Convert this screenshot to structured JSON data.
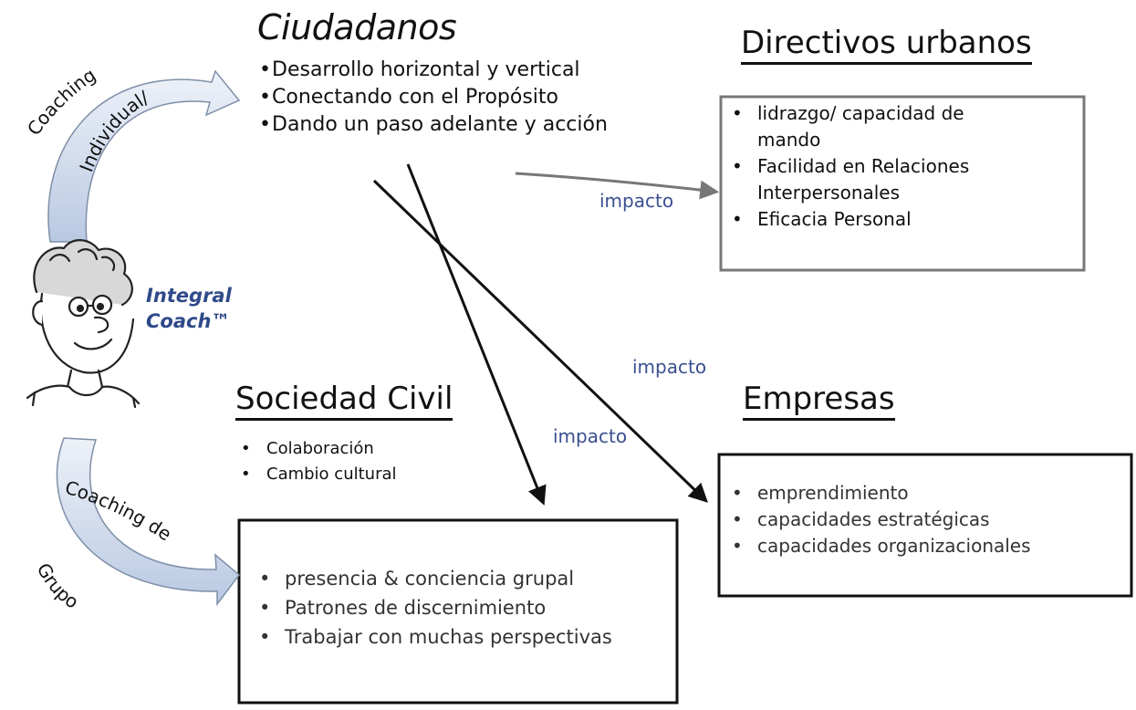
{
  "ciudadanos": {
    "title": "Ciudadanos",
    "items": [
      "Desarrollo horizontal y vertical",
      "Conectando con el Propósito",
      "Dando un paso adelante y acción"
    ]
  },
  "directivos": {
    "title": "Directivos urbanos",
    "items": [
      "lidrazgo/ capacidad de",
      "mando",
      "Facilidad en Relaciones",
      "Interpersonales",
      "Eficacia Personal"
    ]
  },
  "sociedad_civil": {
    "title": "Sociedad Civil",
    "items": [
      "Colaboración",
      "Cambio cultural"
    ],
    "box_items": [
      "presencia & conciencia grupal",
      "Patrones de discernimiento",
      "Trabajar con muchas perspectivas"
    ]
  },
  "empresas": {
    "title": "Empresas",
    "box_items": [
      "emprendimiento",
      "capacidades estratégicas",
      "capacidades organizacionales"
    ]
  },
  "impact_labels": [
    "impacto",
    "impacto",
    "impacto"
  ],
  "coach": {
    "line1": "Integral",
    "line2": "Coach™"
  },
  "coaching_individual": {
    "word1": "Coaching",
    "word2": "Individual/"
  },
  "coaching_grupo": {
    "word1": "Coaching de",
    "word2": "Grupo"
  },
  "colors": {
    "accent_blue": "#2f4a8a",
    "impact_blue": "#3a4f8f",
    "arrow_fill": "#c9d6ea",
    "box_border": "#777777"
  }
}
